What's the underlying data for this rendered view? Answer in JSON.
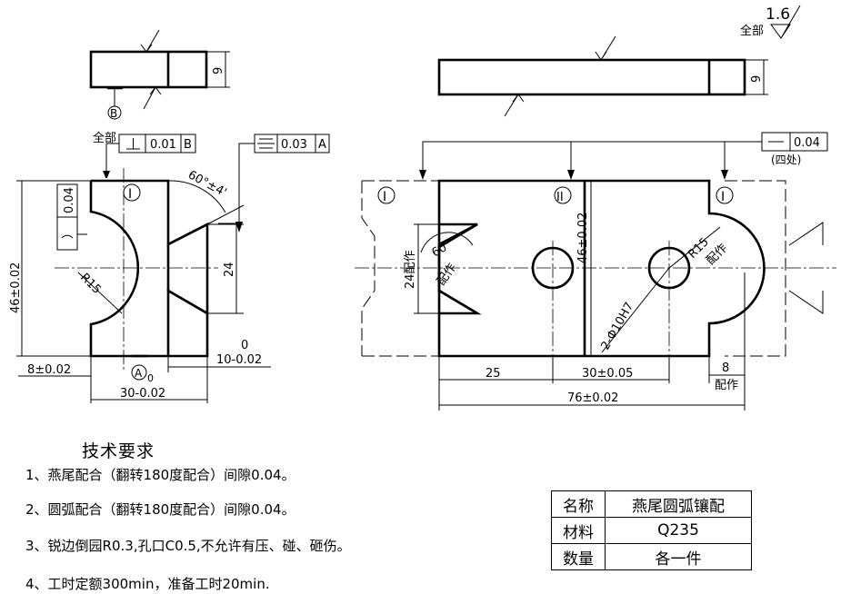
{
  "roughness": {
    "label": "全部",
    "value": "1.6"
  },
  "left_top_view": {
    "thickness": "9",
    "datum": "B"
  },
  "left_front_view": {
    "perpendicularity": {
      "prefix": "全部",
      "symbol": "⊥",
      "tolerance": "0.01",
      "datum": "B"
    },
    "symmetry": {
      "symbol": "⌯",
      "tolerance": "0.03",
      "datum": "A"
    },
    "profile": {
      "tolerance": "0.04"
    },
    "region_mark": "I",
    "angle": "60°±4'",
    "height": "46±0.02",
    "radius": "R15",
    "slot": "24",
    "width_tol_upper": "0",
    "width": "10-0.02",
    "left_offset": "8±0.02",
    "datum_a": "A",
    "datum_a_sub": "0",
    "overall_width": "30-0.02"
  },
  "right_top_view": {
    "thickness": "9"
  },
  "right_front_view": {
    "flatness": {
      "tolerance": "0.04",
      "note": "(四处)"
    },
    "region_marks": [
      "I",
      "II",
      "I"
    ],
    "slot_label": "24配作",
    "angle": "60°",
    "angle_note": "配作",
    "height": "46±0.02",
    "radius": "R15",
    "radius_note": "配作",
    "holes": "2-Φ10H7",
    "dim_left": "25",
    "dim_center": "30±0.05",
    "dim_right": "8",
    "dim_right_note": "配作",
    "overall_width": "76±0.02"
  },
  "notes": {
    "title": "技术要求",
    "items": [
      "1、燕尾配合（翻转180度配合）间隙0.04。",
      "2、圆弧配合（翻转180度配合）间隙0.04。",
      "3、锐边倒园R0.3,孔口C0.5,不允许有压、碰、砸伤。",
      "4、工时定额300min，准备工时20min."
    ]
  },
  "title_block": {
    "rows": [
      {
        "key": "名称",
        "value": "燕尾圆弧镶配"
      },
      {
        "key": "材料",
        "value": "Q235"
      },
      {
        "key": "数量",
        "value": "各一件"
      }
    ]
  }
}
